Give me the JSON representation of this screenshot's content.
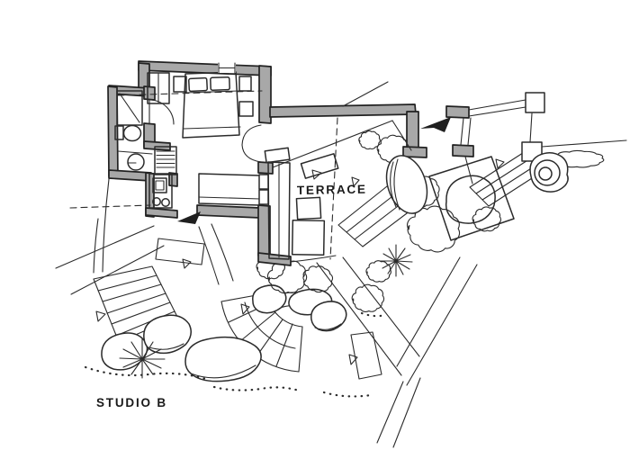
{
  "page": {
    "background": "#ffffff"
  },
  "labels": {
    "terrace": "TERRACE",
    "studio_b": "STUDIO B"
  },
  "colors": {
    "ink": "#2b2b2b",
    "wall_fill": "#a8a8a8",
    "paper": "#ffffff",
    "arrow_fill": "#1f1f1f"
  },
  "plan": {
    "type": "hand-drawn floor plan sketch",
    "rooms": [
      "studio room",
      "bathroom",
      "kitchenette",
      "terrace",
      "garden"
    ],
    "features": [
      "double bed with pillows",
      "nightstands",
      "wardrobe",
      "window",
      "shower",
      "toilet",
      "washbasin",
      "kitchen unit with burners",
      "sofa",
      "french doors",
      "terrace bench",
      "terrace tables",
      "round garden table",
      "stone platform",
      "oval boulder",
      "garden steps",
      "curved fan steps",
      "straight staircase",
      "boulders",
      "agave plants",
      "shrubs",
      "gravel stippling",
      "entry arrows",
      "direction triangles",
      "footpaths",
      "tree planter",
      "garden walls and gate"
    ]
  }
}
